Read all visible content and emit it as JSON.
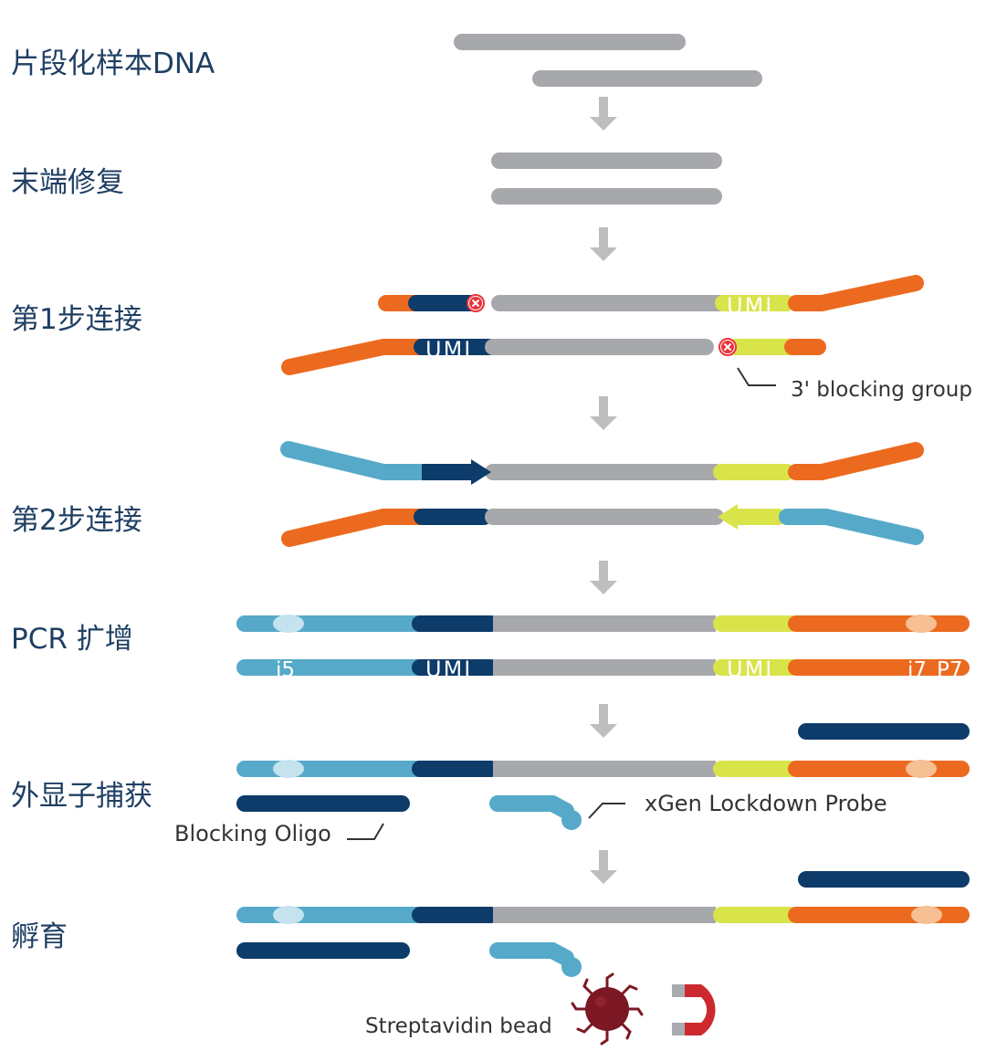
{
  "steps": [
    {
      "label": "片段化样本DNA"
    },
    {
      "label": "末端修复"
    },
    {
      "label": "第1步连接"
    },
    {
      "label": "第2步连接"
    },
    {
      "label": "PCR 扩增"
    },
    {
      "label": "外显子捕获"
    },
    {
      "label": "孵育"
    }
  ],
  "annotations": {
    "umi": "UMI",
    "blocking_group": "3' blocking group",
    "i5": "i5",
    "i7": "i7",
    "p7": "P7",
    "blocking_oligo": "Blocking Oligo",
    "probe": "xGen Lockdown Probe",
    "bead": "Streptavidin bead"
  },
  "colors": {
    "label": "#1f3f63",
    "gray": "#a7a8ab",
    "orange": "#ec6a1f",
    "light_blue": "#56a9c9",
    "navy": "#0d3b6a",
    "yellow": "#d9e34a",
    "arrow": "#bdbec0",
    "bead": "#7c1824",
    "magnet": "#cc2a2e",
    "blocked": "#e8333a"
  }
}
